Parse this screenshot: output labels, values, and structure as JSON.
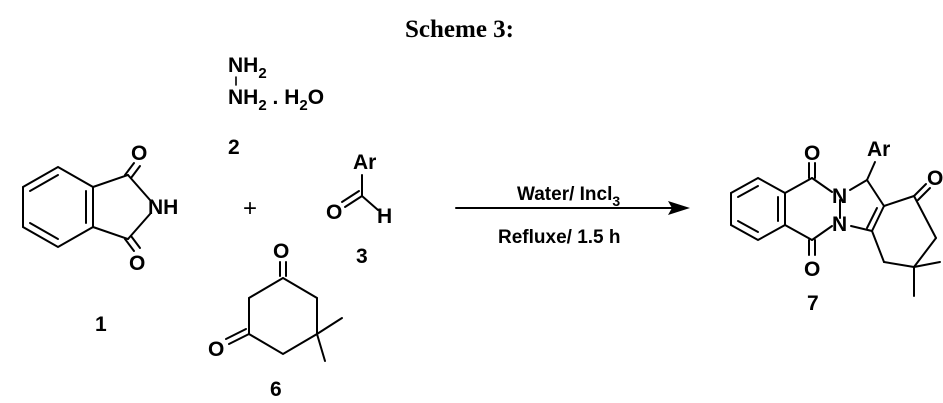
{
  "title": "Scheme 3:",
  "reagents": {
    "hydrazine": {
      "line1": "NH",
      "line1_sub": "2",
      "line2": "NH",
      "line2_sub": "2",
      "line2_rest": " . H",
      "line2_sub2": "2",
      "line2_tail": "O",
      "number": "2"
    },
    "phthalimide": {
      "nh": "NH",
      "o_top": "O",
      "o_bottom": "O",
      "number": "1"
    },
    "plus": "+",
    "aldehyde": {
      "ar": "Ar",
      "o": "O",
      "h": "H",
      "number": "3"
    },
    "dimedone": {
      "o_top": "O",
      "o_left": "O",
      "number": "6"
    }
  },
  "conditions": {
    "top": "Water/ Incl",
    "top_sub": "3",
    "bottom": "Refluxe/ 1.5 h"
  },
  "product": {
    "ar": "Ar",
    "n1": "N",
    "n2": "N",
    "o_top": "O",
    "o_bottom": "O",
    "o_right": "O",
    "number": "7"
  }
}
